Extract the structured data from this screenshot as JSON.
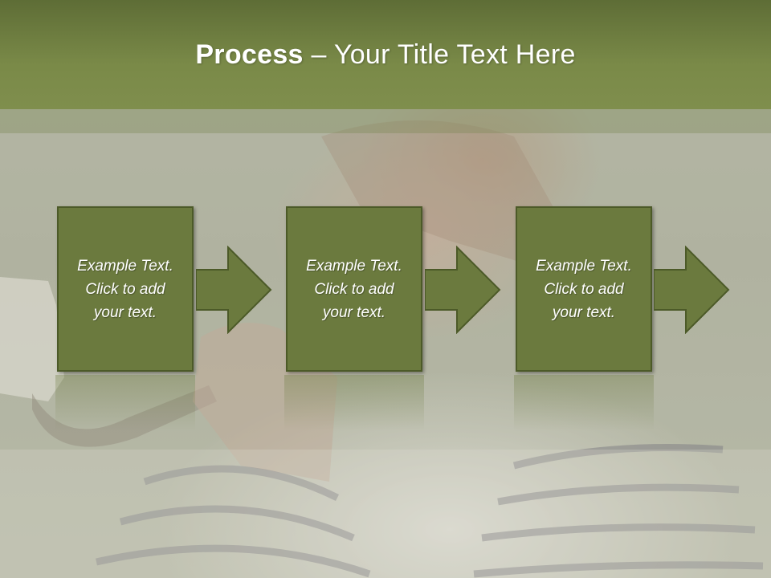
{
  "header": {
    "title_bold": "Process",
    "title_rest": " – Your Title Text Here"
  },
  "steps": [
    {
      "text": "Example Text.\nClick  to add\nyour text."
    },
    {
      "text": "Example Text.\nClick  to add\nyour text."
    },
    {
      "text": "Example Text.\nClick  to add\nyour text."
    }
  ],
  "colors": {
    "header": "#7a8a48",
    "box_fill": "#6b7a3e",
    "box_border": "#4c5a28",
    "text": "#ffffff"
  },
  "icons": [
    "right-arrow-icon"
  ]
}
